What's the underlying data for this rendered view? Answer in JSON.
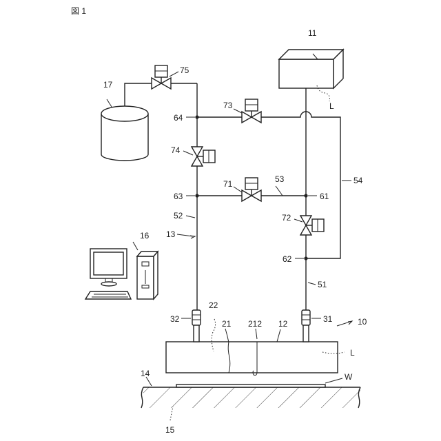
{
  "figure": {
    "title": "図 1"
  },
  "labels": {
    "l10": "10",
    "l11": "11",
    "l12": "12",
    "l13": "13",
    "l14": "14",
    "l15": "15",
    "l16": "16",
    "l17": "17",
    "l21": "21",
    "l212": "212",
    "l22": "22",
    "l31": "31",
    "l32": "32",
    "l51": "51",
    "l52": "52",
    "l53": "53",
    "l54": "54",
    "l61": "61",
    "l62": "62",
    "l63": "63",
    "l64": "64",
    "l71": "71",
    "l72": "72",
    "l73": "73",
    "l74": "74",
    "l75": "75",
    "lL_top": "L",
    "lL_mid": "L",
    "lW": "W"
  }
}
